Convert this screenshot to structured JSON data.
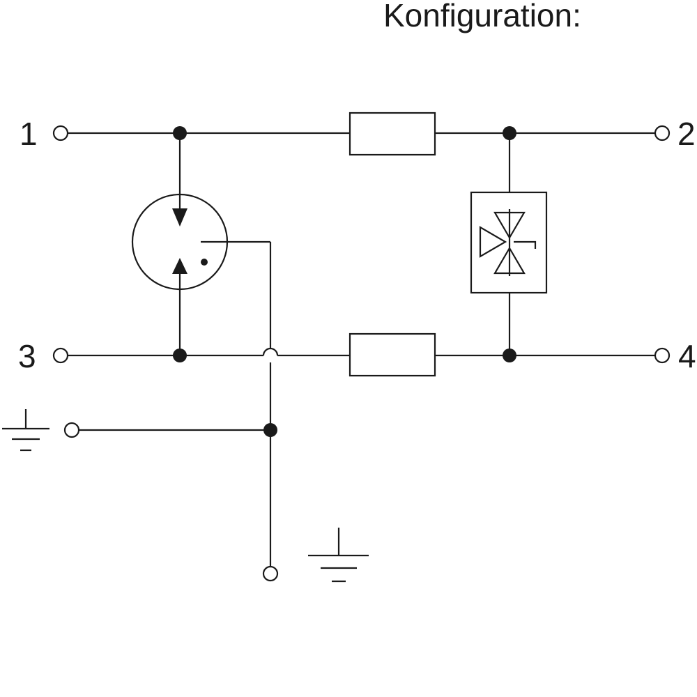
{
  "title": "Konfiguration:",
  "terminals": {
    "t1": "1",
    "t2": "2",
    "t3": "3",
    "t4": "4"
  },
  "components": {
    "gas_discharge_tube": "gas-discharge-arrester-symbol",
    "resistor_top": "resistor-symbol",
    "resistor_bottom": "resistor-symbol",
    "tvs_diode": "bidirectional-suppressor-diode-symbol",
    "ground_left": "ground-icon",
    "ground_bottom": "ground-icon"
  },
  "colors": {
    "line": "#1a1a1a",
    "background": "#ffffff"
  }
}
